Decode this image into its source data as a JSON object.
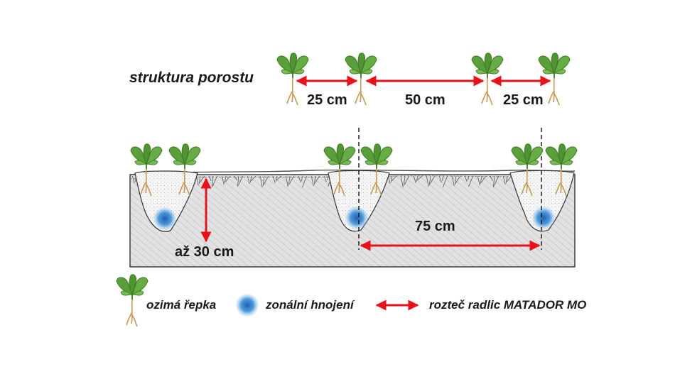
{
  "title": "struktura porostu",
  "spacing": {
    "top_left": "25 cm",
    "top_middle": "50 cm",
    "top_right": "25 cm",
    "depth": "až 30 cm",
    "coulter": "75 cm"
  },
  "legend": {
    "plant": "ozimá řepka",
    "fertilizer": "zonální hnojení",
    "arrow": "rozteč radlic MATADOR MO"
  },
  "colors": {
    "arrow": "#e8101a",
    "leaf": "#5aa03a",
    "fertilizer": "#3a8fd8",
    "soil": "#dedede",
    "furrow": "#f4f4f4"
  },
  "icons": [
    "rapeseed-plant-icon",
    "fertilizer-zone-icon",
    "double-arrow-icon"
  ]
}
